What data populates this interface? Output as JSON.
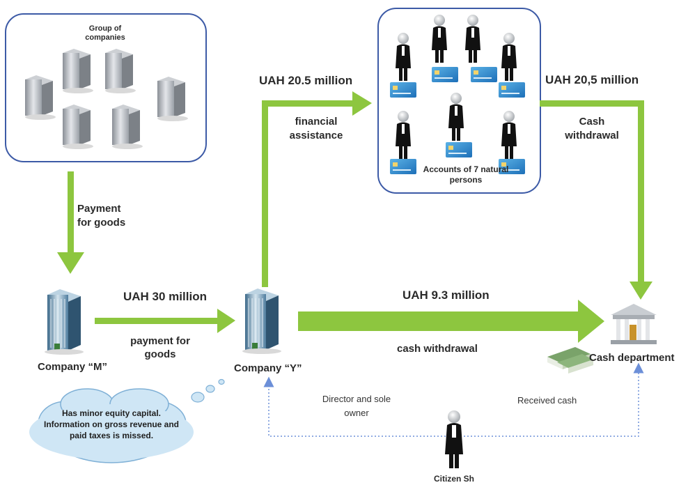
{
  "group_box": {
    "title": "Group of companies"
  },
  "persons_box": {
    "caption": "Accounts of 7 natural persons"
  },
  "arrows": {
    "payment_goods_top": "Payment for goods",
    "m_to_y_amount": "UAH 30 million",
    "m_to_y_purpose": "payment for goods",
    "y_to_persons_amount": "UAH 20.5 million",
    "y_to_persons_purpose": "financial assistance",
    "persons_to_cash_amount": "UAH 20,5 million",
    "persons_to_cash_purpose": "Cash withdrawal",
    "y_to_cash_amount": "UAH 9.3 million",
    "y_to_cash_purpose": "cash withdrawal",
    "director_label": "Director and sole owner",
    "received_cash_label": "Received cash"
  },
  "nodes": {
    "company_m": "Company “M”",
    "company_y": "Company “Y”",
    "cash_department": "Cash department",
    "citizen": "Citizen Sh"
  },
  "cloud": {
    "line1": "Has minor equity capital.",
    "line2": "Information on gross revenue and",
    "line3": "paid taxes is missed."
  },
  "colors": {
    "arrow_green": "#8DC63F",
    "dotted_blue": "#6C8FD8",
    "box_border": "#3C5AA6",
    "cloud_fill": "#CFE6F5"
  }
}
